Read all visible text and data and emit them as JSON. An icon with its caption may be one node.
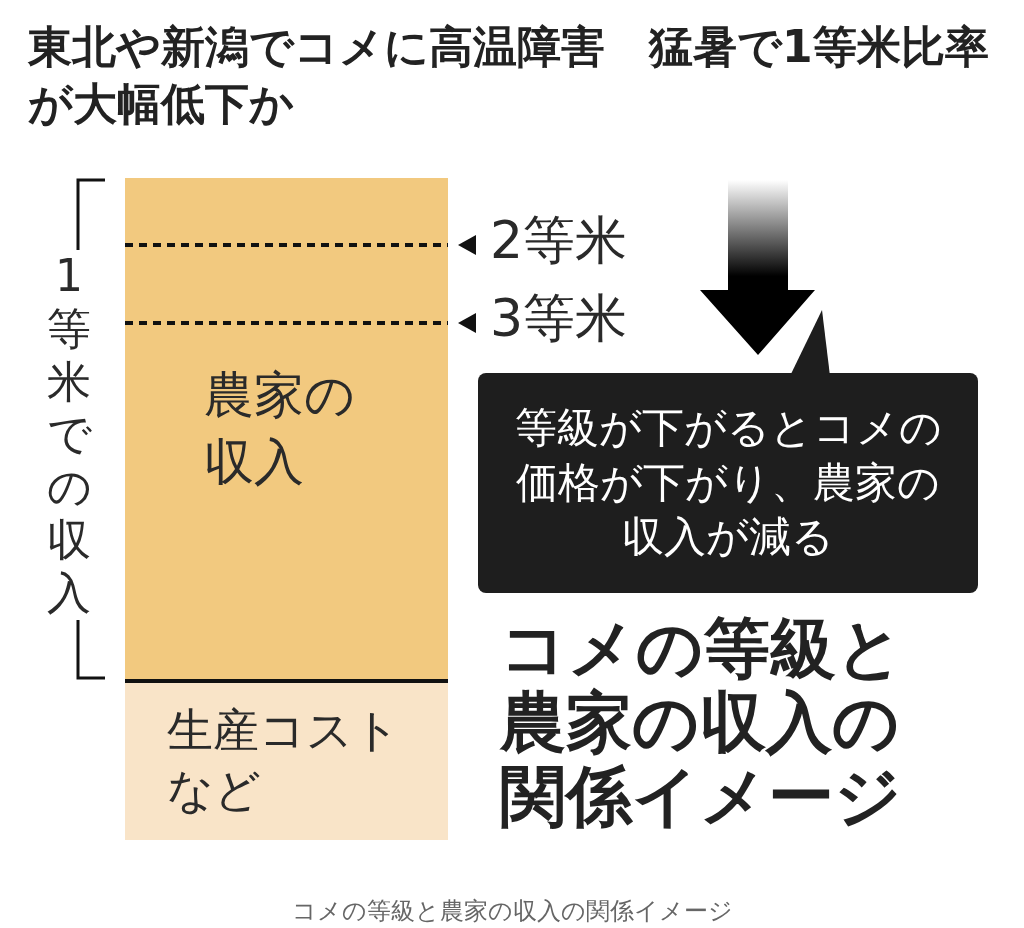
{
  "diagram": {
    "title": "東北や新潟でコメに高温障害　猛暑で1等米比率が大幅低下か",
    "caption": "コメの等級と農家の収入の関係イメージ",
    "nodes": [
      {
        "text": [
          "農家の収入"
        ]
      },
      {
        "text": [
          "生産コストなど"
        ]
      },
      {
        "text": [
          "等級が下がるとコメの価格が下がり、農家の収入が減る"
        ]
      }
    ],
    "labels": [
      "1等米での収入",
      "2等米",
      "3等米",
      "コメの等級と農家の収入の関係イメージ"
    ]
  }
}
